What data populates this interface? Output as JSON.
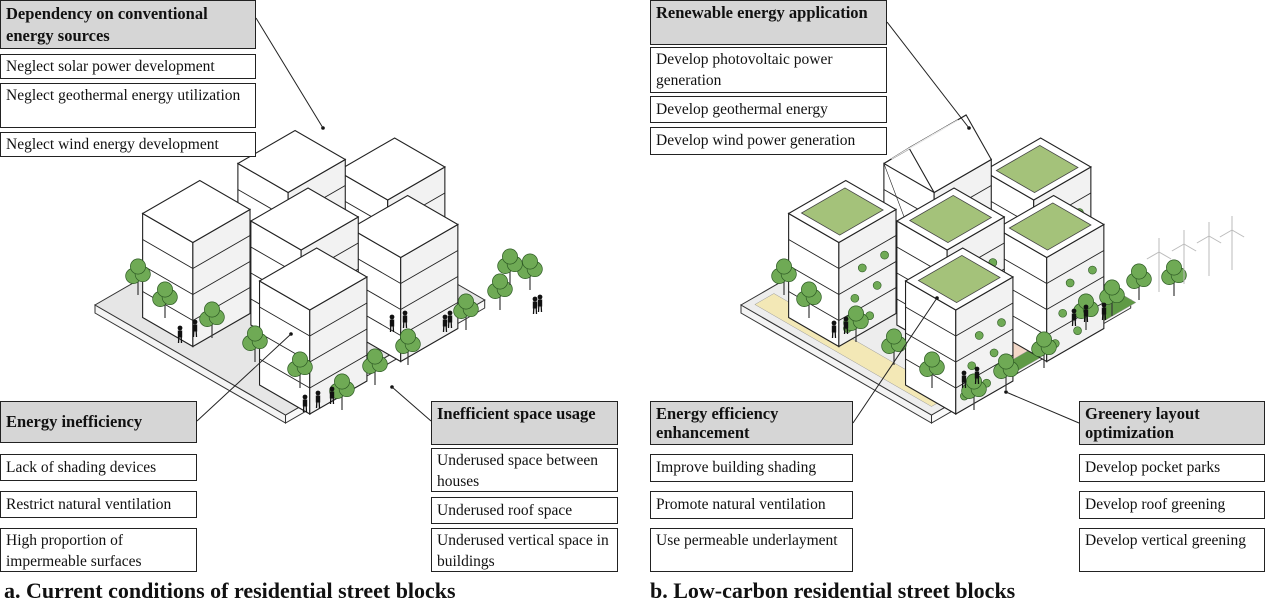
{
  "panel_a": {
    "caption": "a. Current conditions of residential street blocks",
    "groups": [
      {
        "head": "Dependency on conventional energy sources",
        "items": [
          "Neglect solar power development",
          "Neglect geothermal energy utilization",
          "Neglect wind energy development"
        ]
      },
      {
        "head": "Energy inefficiency",
        "items": [
          "Lack of shading devices",
          "Restrict natural ventilation",
          "High proportion of impermeable surfaces"
        ]
      },
      {
        "head": "Inefficient space usage",
        "items": [
          "Underused space between houses",
          "Underused roof space",
          "Underused vertical space in buildings"
        ]
      }
    ]
  },
  "panel_b": {
    "caption": "b. Low-carbon residential street blocks",
    "groups": [
      {
        "head": "Renewable energy application",
        "items": [
          "Develop photovoltaic power generation",
          "Develop geothermal energy",
          "Develop wind power generation"
        ]
      },
      {
        "head": "Energy efficiency enhancement",
        "items": [
          "Improve building shading",
          "Promote natural ventilation",
          "Use permeable underlayment"
        ]
      },
      {
        "head": "Greenery layout optimization",
        "items": [
          "Develop pocket parks",
          "Develop roof greening",
          "Develop vertical greening"
        ]
      }
    ]
  },
  "colors": {
    "header_fill": "#d6d6d6",
    "ground": "#e6e6e6",
    "green_roof": "#a4c27a",
    "solar_panel": "#4b5468",
    "paving_peach": "#f3d8c8",
    "paving_yellow": "#f3e8b6",
    "lawn": "#5f9a45",
    "tree": "#6faa55"
  }
}
